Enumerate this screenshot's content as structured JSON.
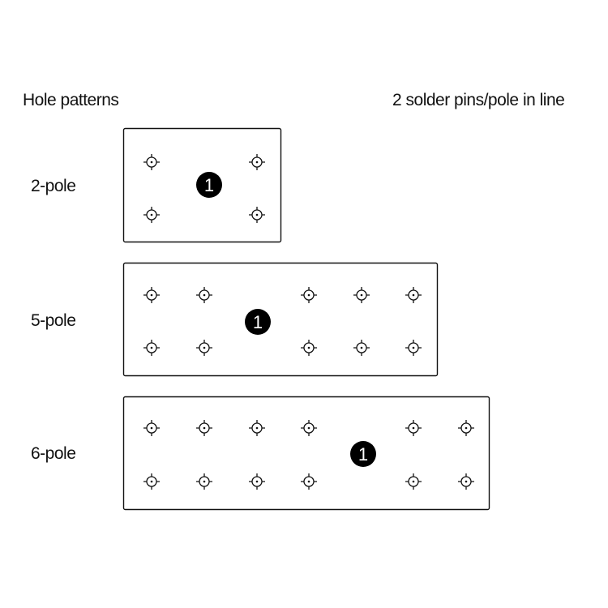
{
  "title_left": "Hole patterns",
  "title_right": "2 solder pins/pole in line",
  "marker_label": "1",
  "patterns": [
    {
      "label": "2-pole",
      "hole_columns": [
        1,
        3
      ]
    },
    {
      "label": "5-pole",
      "hole_columns": [
        1,
        2,
        4,
        5,
        6
      ]
    },
    {
      "label": "6-pole",
      "hole_columns": [
        1,
        2,
        3,
        4,
        6,
        7
      ]
    }
  ]
}
